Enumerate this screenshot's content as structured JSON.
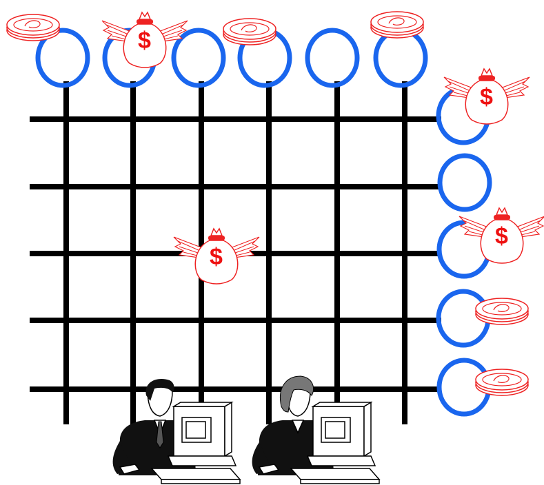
{
  "diagram": {
    "colors": {
      "grid_line": "#000000",
      "ring": "#1a66ee",
      "coin": "#ee2222",
      "money_bag": "#ee2222",
      "background": "#ffffff"
    },
    "grid": {
      "vertical_line_count": 6,
      "horizontal_line_count": 5
    },
    "top_ring_items": [
      "coin",
      "money-bag",
      "none",
      "coin",
      "none",
      "coin"
    ],
    "right_ring_items": [
      "money-bag",
      "none",
      "money-bag",
      "coin",
      "coin"
    ],
    "center_item": "money-bag",
    "bag_symbol": "$",
    "people": [
      {
        "type": "man-at-computer",
        "icon": "businessman-computer-icon"
      },
      {
        "type": "woman-at-computer",
        "icon": "businesswoman-computer-icon"
      }
    ]
  }
}
